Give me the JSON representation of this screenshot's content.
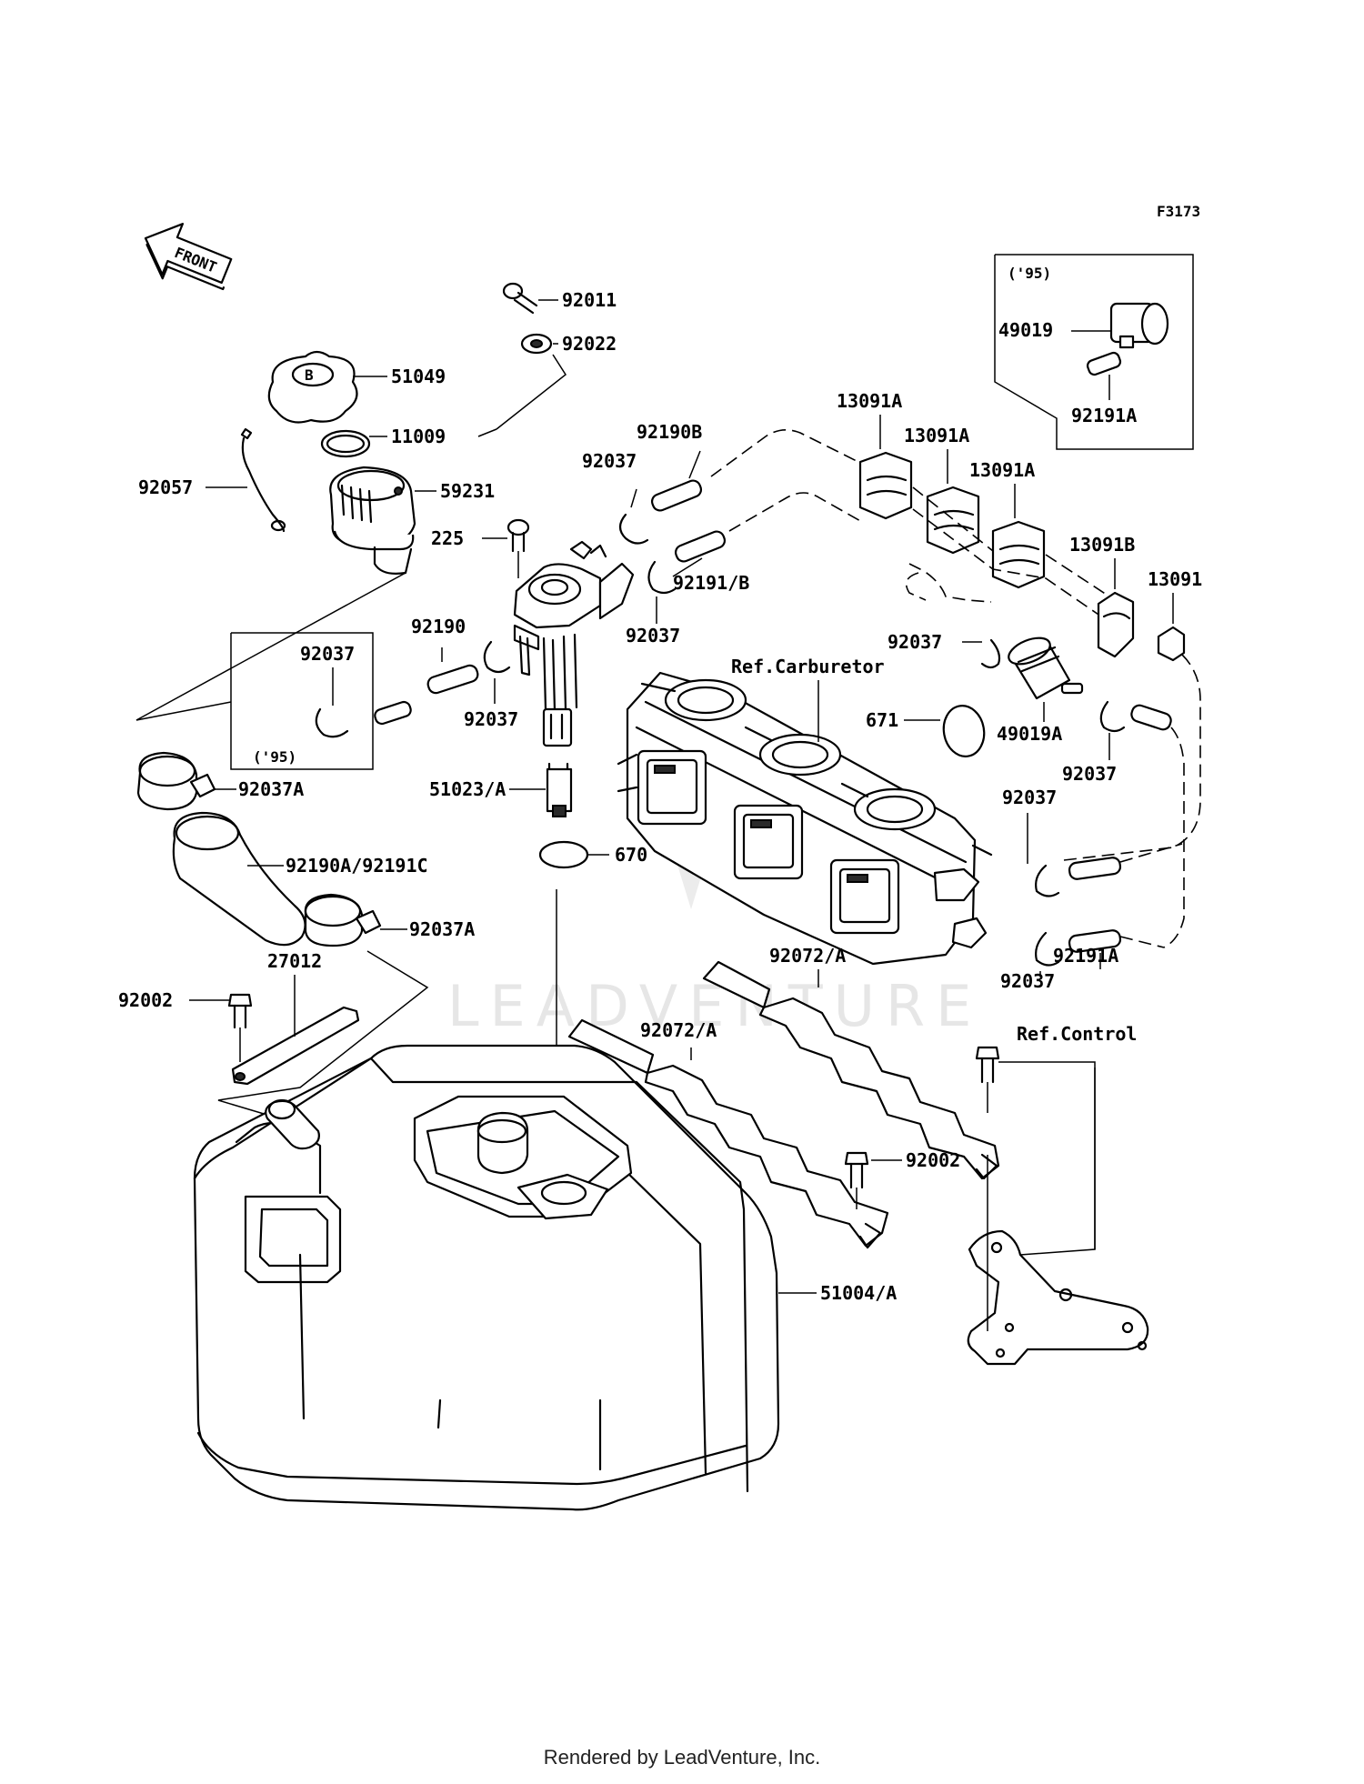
{
  "figure_code": "F3173",
  "front_arrow_label": "FRONT",
  "watermark": "LEADVENTURE",
  "footer": "Rendered by LeadVenture, Inc.",
  "refs": {
    "carburetor": "Ref.Carburetor",
    "control": "Ref.Control"
  },
  "inset_top_right": {
    "year": "('95)",
    "parts": [
      "49019",
      "92191A"
    ]
  },
  "inset_left": {
    "year": "('95)",
    "parts": [
      "92037"
    ]
  },
  "part_labels": [
    "92011",
    "92022",
    "51049",
    "11009",
    "92057",
    "59231",
    "225",
    "92190B",
    "92037",
    "92191/B",
    "92037",
    "13091A",
    "13091A",
    "13091A",
    "13091B",
    "13091",
    "92190",
    "92037",
    "92037",
    "Ref.Carburetor",
    "671",
    "49019A",
    "92037",
    "92037A",
    "51023/A",
    "92190A/92191C",
    "670",
    "92037",
    "92037A",
    "92191A",
    "92037",
    "92072/A",
    "92002",
    "27012",
    "92072/A",
    "92002",
    "51004/A",
    "Ref.Control",
    "92037"
  ]
}
